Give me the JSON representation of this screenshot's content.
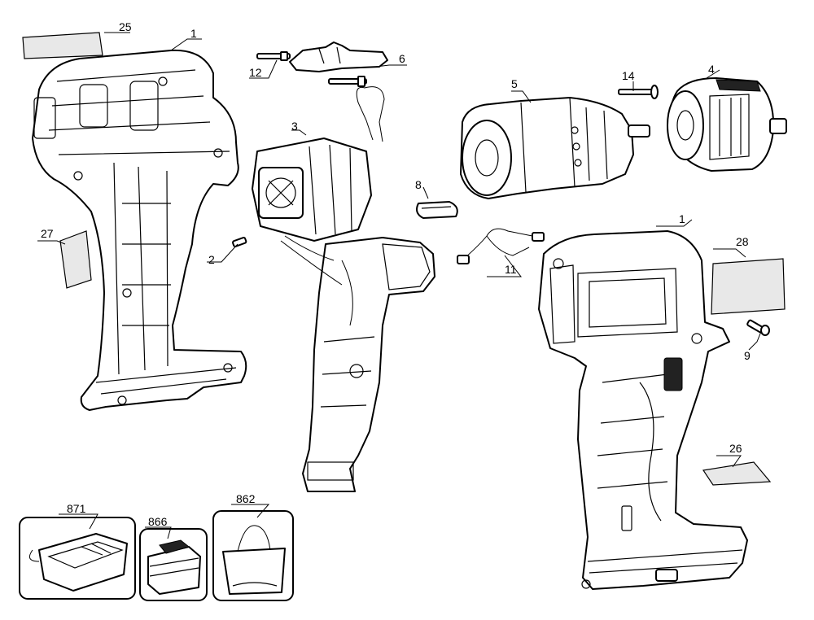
{
  "labels": {
    "p1a": "1",
    "p1b": "1",
    "p2": "2",
    "p3": "3",
    "p4": "4",
    "p5": "5",
    "p6": "6",
    "p8": "8",
    "p9": "9",
    "p11": "11",
    "p12": "12",
    "p14": "14",
    "p25": "25",
    "p26": "26",
    "p27": "27",
    "p28": "28",
    "p862": "862",
    "p866": "866",
    "p871": "871"
  }
}
